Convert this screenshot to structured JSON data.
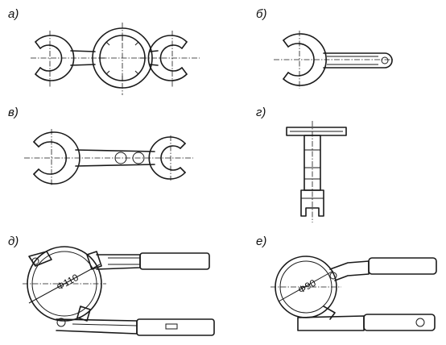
{
  "labels": {
    "a": "а)",
    "b": "б)",
    "v": "в)",
    "g": "г)",
    "d": "д)",
    "e": "е)"
  },
  "dimensions": {
    "d_diameter": "Φ110",
    "e_diameter": "Φ90"
  },
  "colors": {
    "ink": "#1a1a1a",
    "background": "#ffffff"
  }
}
